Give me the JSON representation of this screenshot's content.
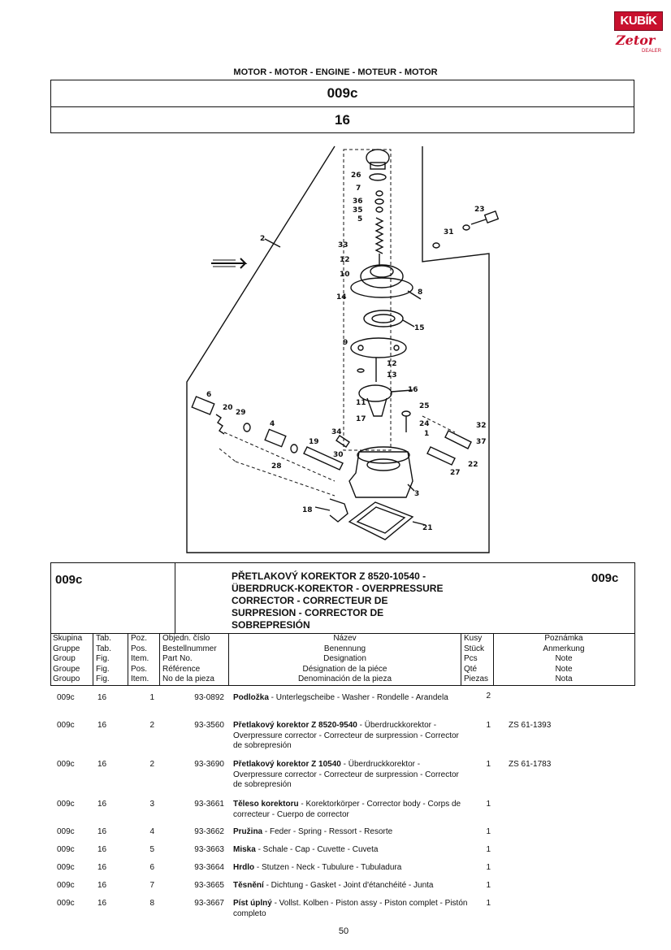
{
  "logo": {
    "brand_top": "KUBÍK",
    "brand_bottom": "Zetor",
    "dealer": "DEALER"
  },
  "section_title": "MOTOR - MOTOR - ENGINE - MOTEUR - MOTOR",
  "header": {
    "group_code": "009c",
    "fig_number": "16"
  },
  "diagram_labels": [
    "26",
    "7",
    "36",
    "35",
    "5",
    "23",
    "31",
    "2",
    "33",
    "12",
    "10",
    "14",
    "8",
    "15",
    "9",
    "12",
    "13",
    "16",
    "11",
    "25",
    "24",
    "1",
    "6",
    "20",
    "29",
    "4",
    "34",
    "17",
    "32",
    "37",
    "30",
    "19",
    "28",
    "27",
    "22",
    "3",
    "18",
    "21"
  ],
  "table": {
    "code_left": "009c",
    "code_right": "009c",
    "description": [
      "PŘETLAKOVÝ KOREKTOR  Z 8520-10540 -",
      "ÜBERDRUCK-KOREKTOR - OVERPRESSURE",
      "CORRECTOR - CORRECTEUR DE",
      "SURPRESION - CORRECTOR DE",
      "SOBREPRESIÓN"
    ],
    "headers": {
      "group": [
        "Skupina",
        "Gruppe",
        "Group",
        "Groupe",
        "Groupo"
      ],
      "tab": [
        "Tab.",
        "Tab.",
        "Fig.",
        "Fig.",
        "Fig."
      ],
      "pos": [
        "Poz.",
        "Pos.",
        "Item.",
        "Pos.",
        "Item."
      ],
      "number": [
        "Objedn. číslo",
        "Bestellnummer",
        "Part No.",
        "Référence",
        "No de la pieza"
      ],
      "name": [
        "Název",
        "Benennung",
        "Designation",
        "Désignation de la piéce",
        "Denominación de la pieza"
      ],
      "qty": [
        "Kusy",
        "Stück",
        "Pcs",
        "Qté",
        "Piezas"
      ],
      "note": [
        "Poznámka",
        "Anmerkung",
        "Note",
        "Note",
        "Nota"
      ]
    },
    "rows": [
      {
        "group": "009c",
        "tab": "16",
        "pos": "1",
        "number": "93-0892",
        "name_bold": "Podložka",
        "name_rest": " - Unterlegscheibe - Washer - Rondelle - Arandela",
        "qty": "2",
        "note": ""
      },
      {
        "group": "009c",
        "tab": "16",
        "pos": "2",
        "number": "93-3560",
        "name_bold": "Přetlakový korektor Z 8520-9540",
        "name_rest": " - Überdruckkorektor - Overpressure corrector - Correcteur de surpression - Corrector de sobrepresión",
        "qty": "1",
        "note": "ZS 61-1393"
      },
      {
        "group": "009c",
        "tab": "16",
        "pos": "2",
        "number": "93-3690",
        "name_bold": "Přetlakový korektor Z 10540",
        "name_rest": " - Überdruckkorektor - Overpressure corrector - Correcteur de surpression - Corrector de sobrepresión",
        "qty": "1",
        "note": "ZS 61-1783"
      },
      {
        "group": "009c",
        "tab": "16",
        "pos": "3",
        "number": "93-3661",
        "name_bold": "Těleso korektoru",
        "name_rest": " - Korektorkörper - Corrector body - Corps de correcteur - Cuerpo de corrector",
        "qty": "1",
        "note": ""
      },
      {
        "group": "009c",
        "tab": "16",
        "pos": "4",
        "number": "93-3662",
        "name_bold": "Pružina",
        "name_rest": " - Feder - Spring - Ressort - Resorte",
        "qty": "1",
        "note": ""
      },
      {
        "group": "009c",
        "tab": "16",
        "pos": "5",
        "number": "93-3663",
        "name_bold": "Miska",
        "name_rest": " - Schale - Cap - Cuvette - Cuveta",
        "qty": "1",
        "note": ""
      },
      {
        "group": "009c",
        "tab": "16",
        "pos": "6",
        "number": "93-3664",
        "name_bold": "Hrdlo",
        "name_rest": " - Stutzen - Neck - Tubulure - Tubuladura",
        "qty": "1",
        "note": ""
      },
      {
        "group": "009c",
        "tab": "16",
        "pos": "7",
        "number": "93-3665",
        "name_bold": "Těsnění",
        "name_rest": " - Dichtung - Gasket - Joint d'étanchéité - Junta",
        "qty": "1",
        "note": ""
      },
      {
        "group": "009c",
        "tab": "16",
        "pos": "8",
        "number": "93-3667",
        "name_bold": "Píst úplný",
        "name_rest": " - Vollst. Kolben - Piston assy - Piston complet - Pistón completo",
        "qty": "1",
        "note": ""
      }
    ]
  },
  "page_number": "50"
}
